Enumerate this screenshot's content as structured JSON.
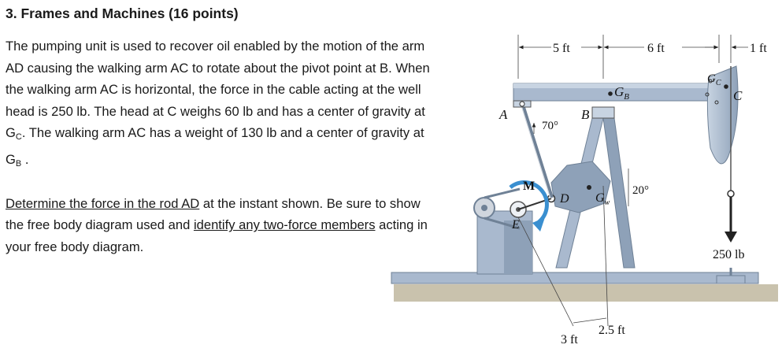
{
  "problem": {
    "title": "3.  Frames and Machines  (16 points)",
    "text_1": "The pumping unit is used to recover oil enabled by the motion of the arm AD causing the walking arm AC to rotate about the pivot point at B.  When the walking arm AC is horizontal, the force in the cable acting at the well head is 250 lb.  The head at C weighs 60 lb and has a center of gravity at G",
    "text_1_sub": "C",
    "text_2": ".  The walking arm AC has a weight of 130 lb and a center of gravity at G",
    "text_2_sub": "B",
    "text_3": " .",
    "instr_1": "Determine the force in the rod AD",
    "instr_2": " at the instant shown.   Be sure to show the free body diagram used and ",
    "instr_3": "identify any two-force members",
    "instr_4": " acting in your free body diagram."
  },
  "figure": {
    "dim_5ft": "5 ft",
    "dim_6ft": "6 ft",
    "dim_1ft": "1 ft",
    "dim_3ft": "3 ft",
    "dim_2_5ft": "2.5 ft",
    "label_A": "A",
    "label_B": "B",
    "label_C": "C",
    "label_D": "D",
    "label_E": "E",
    "label_M": "M",
    "label_GB": "G",
    "label_GB_sub": "B",
    "label_GC": "G",
    "label_GC_sub": "C",
    "label_Gw": "G",
    "label_Gw_sub": "w",
    "angle_70": "70°",
    "angle_20": "20°",
    "force_label": "250 lb"
  },
  "colors": {
    "steel_blue": "#a9b9ce",
    "steel_dark": "#6f8196",
    "ground": "#c9c2ad",
    "arrow_blue": "#3a8fd0"
  }
}
